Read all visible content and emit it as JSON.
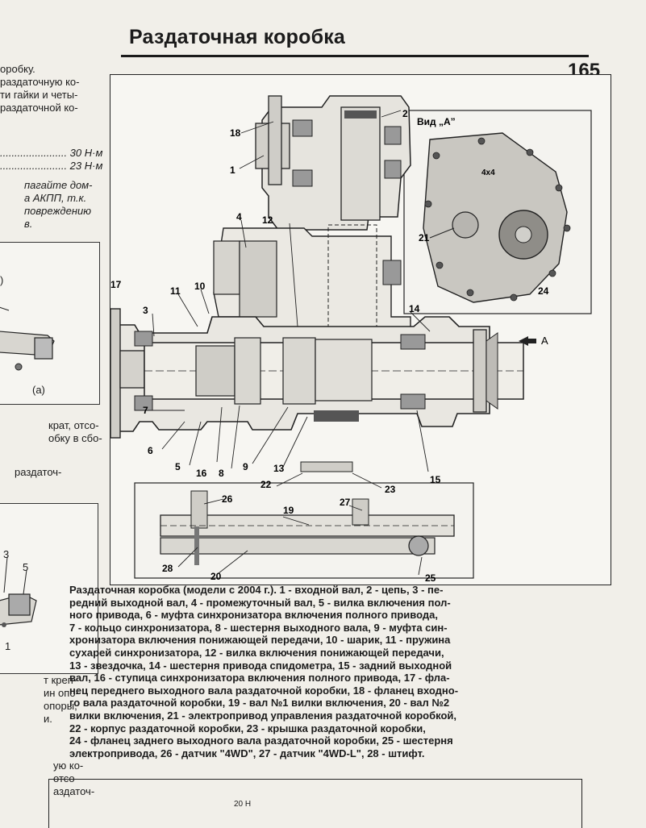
{
  "header": {
    "title": "Раздаточная коробка",
    "page_number": "165"
  },
  "left_column": {
    "top_lines": [
      "оробку.",
      "раздаточную ко-",
      "ти гайки и четы-",
      "раздаточной ко-"
    ],
    "torque_lines": [
      "....................... 30 Н·м",
      "....................... 23 Н·м"
    ],
    "warning_lines": [
      "пагайте дом-",
      "а АКПП, т.к.",
      "повреждению",
      "в."
    ],
    "figure1_labels": [
      ")",
      "(а)"
    ],
    "middle_lines": [
      "крат, отсо-",
      "обку в сбо-"
    ],
    "lower_line": "раздаточ-",
    "figure2_labels": [
      "3",
      "5",
      "1"
    ],
    "lower_text_lines": [
      "т креп-",
      "ин опо-",
      "опоры,",
      "и."
    ],
    "bottom_lines": [
      "ую ко-",
      "отсо-",
      "аздаточ-"
    ]
  },
  "figure": {
    "view_label": "Вид „А”",
    "arrow_label": "А",
    "view_inset_text": "4x4",
    "callouts": {
      "c1": "1",
      "c2": "2",
      "c3": "3",
      "c4": "4",
      "c5": "5",
      "c6": "6",
      "c7": "7",
      "c8": "8",
      "c9": "9",
      "c10": "10",
      "c11": "11",
      "c12": "12",
      "c13": "13",
      "c14": "14",
      "c15": "15",
      "c16": "16",
      "c17": "17",
      "c18": "18",
      "c19": "19",
      "c20": "20",
      "c21": "21",
      "c22": "22",
      "c23": "23",
      "c24": "24",
      "c25": "25",
      "c26": "26",
      "c27": "27",
      "c28": "28"
    }
  },
  "caption": {
    "lines": [
      "Раздаточная коробка (модели с 2004 г.). 1 - входной вал, 2 - цепь, 3 - пе-",
      "редний выходной вал, 4 - промежуточный вал, 5 - вилка включения пол-",
      "ного привода, 6 - муфта синхронизатора включения полного привода,",
      "7 - кольцо синхронизатора, 8 - шестерня выходного вала, 9 - муфта син-",
      "хронизатора включения понижающей передачи, 10 - шарик, 11 - пружина",
      "сухарей синхронизатора, 12 - вилка включения понижающей передачи,",
      "13 - звездочка, 14 - шестерня привода спидометра, 15 - задний выходной",
      "вал, 16 - ступица синхронизатора включения полного привода, 17 - фла-",
      "нец переднего выходного вала раздаточной коробки, 18 - фланец входно-",
      "го вала раздаточной коробки, 19 - вал №1 вилки включения, 20 - вал №2",
      "вилки включения, 21 - электропривод управления раздаточной коробкой,",
      "22 - корпус раздаточной коробки, 23 - крышка раздаточной коробки,",
      "24 - фланец заднего выходного вала раздаточной коробки, 25 - шестерня",
      "электропривода, 26 - датчик \"4WD\", 27 - датчик \"4WD-L\", 28 - штифт."
    ]
  },
  "bottom_fragment": "20 Н"
}
